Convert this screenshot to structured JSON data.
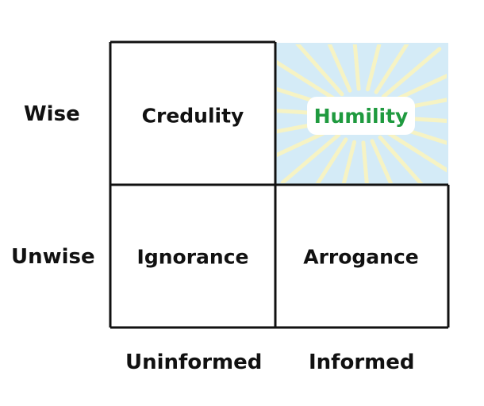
{
  "rows": {
    "top": "Wise",
    "bottom": "Unwise"
  },
  "columns": {
    "left": "Uninformed",
    "right": "Informed"
  },
  "cells": {
    "top_left": "Credulity",
    "top_right": "Humility",
    "bottom_left": "Ignorance",
    "bottom_right": "Arrogance"
  },
  "colors": {
    "grid_line": "#111111",
    "highlight_fill": "#d4ebf7",
    "highlight_text": "#1f9a3f",
    "rays": "#f6f3c4",
    "rainbow": [
      "#d8312b",
      "#f0862b",
      "#f2e12a",
      "#3aac4a",
      "#3478c4",
      "#5a2e8f"
    ]
  }
}
